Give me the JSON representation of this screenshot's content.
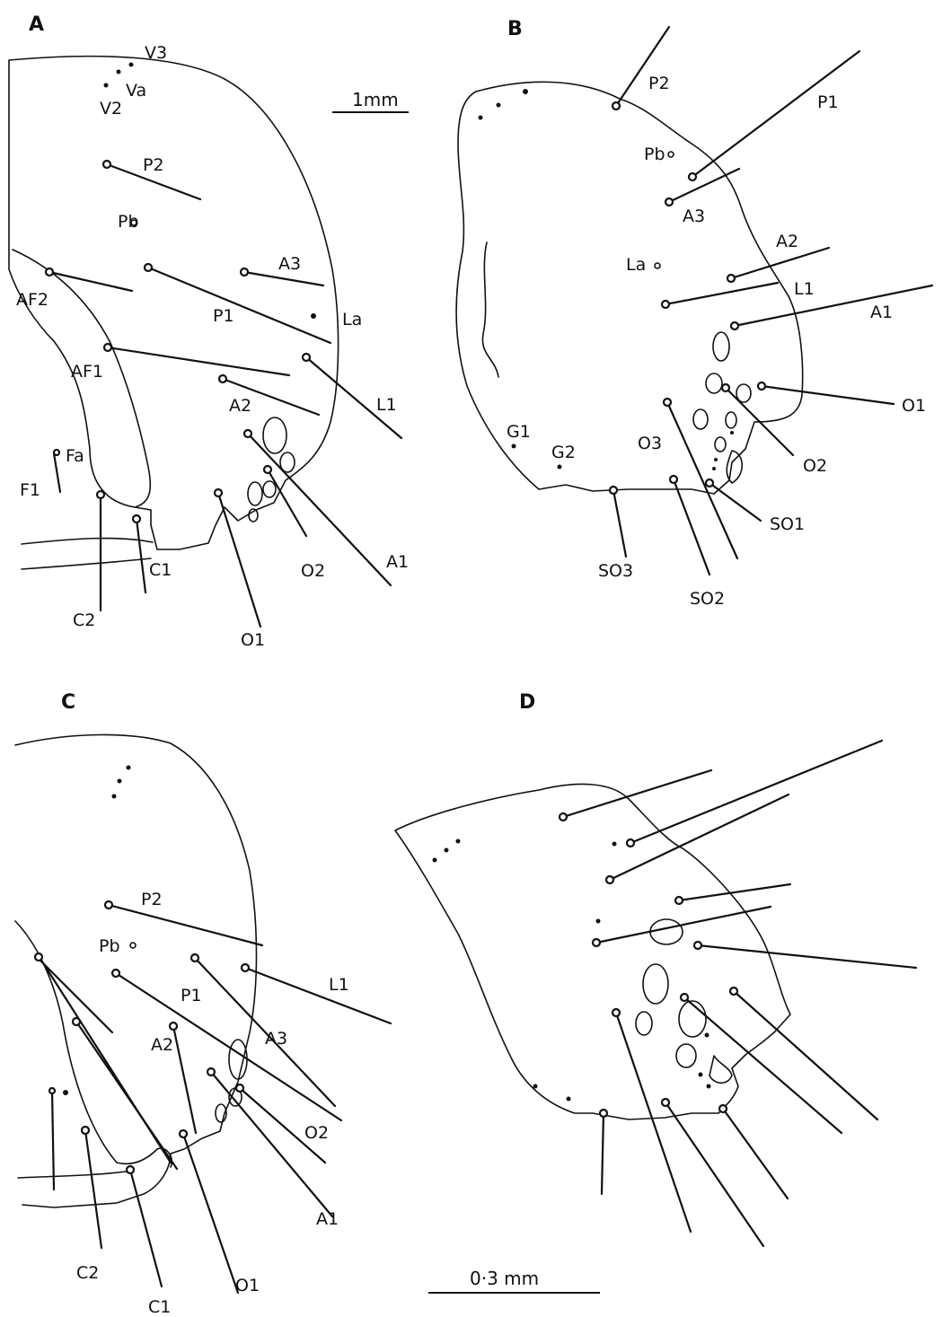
{
  "panels": [
    {
      "label": "A",
      "labels": [
        "V3",
        "Va",
        "V2",
        "P2",
        "Pb",
        "A3",
        "AF2",
        "P1",
        "La",
        "AF1",
        "A2",
        "L1",
        "Fa",
        "F1",
        "C1",
        "O2",
        "A1",
        "C2",
        "O1"
      ]
    },
    {
      "label": "B",
      "labels": [
        "P2",
        "P1",
        "Pb",
        "A3",
        "A2",
        "La",
        "L1",
        "A1",
        "O1",
        "G1",
        "O3",
        "G2",
        "O2",
        "SO1",
        "SO3",
        "SO2"
      ]
    },
    {
      "label": "C",
      "labels": [
        "P2",
        "Pb",
        "L1",
        "P1",
        "A3",
        "A2",
        "O2",
        "A1",
        "C2",
        "O1",
        "C1"
      ]
    },
    {
      "label": "D",
      "labels": []
    }
  ],
  "scale_top": "1mm",
  "scale_bottom": "0·3 mm"
}
